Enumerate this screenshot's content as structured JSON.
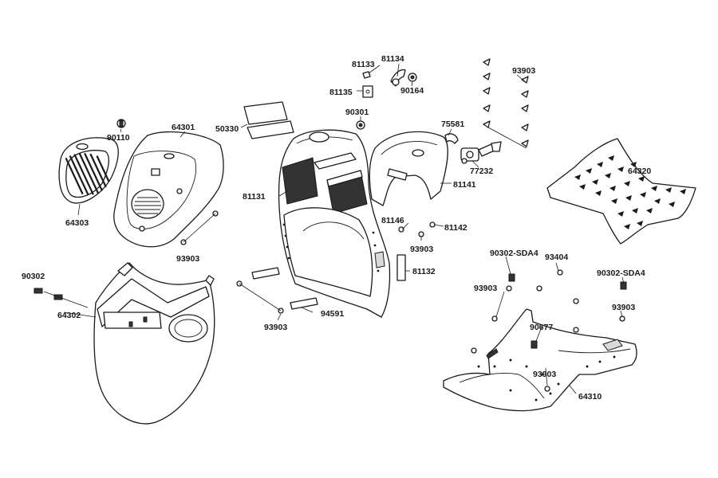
{
  "labels": {
    "p81133": "81133",
    "p81134": "81134",
    "p93903_top": "93903",
    "p81135": "81135",
    "p90164": "90164",
    "p90301": "90301",
    "p75581": "75581",
    "p90110": "90110",
    "p64301": "64301",
    "p50330": "50330",
    "p77232": "77232",
    "p64320": "64320",
    "p81131": "81131",
    "p81141": "81141",
    "p64303": "64303",
    "p81146": "81146",
    "p81142": "81142",
    "p93903_mid": "93903",
    "p93903_left": "93903",
    "p90302_sda4_a": "90302-SDA4",
    "p93404": "93404",
    "p90302_sda4_b": "90302-SDA4",
    "p81132": "81132",
    "p90302": "90302",
    "p93903_floor_l": "93903",
    "p93903_floor_r": "93903",
    "p64302": "64302",
    "p94591": "94591",
    "p93903_bottom": "93903",
    "p90677": "90677",
    "p93903_floor_c": "93903",
    "p64310": "64310"
  }
}
